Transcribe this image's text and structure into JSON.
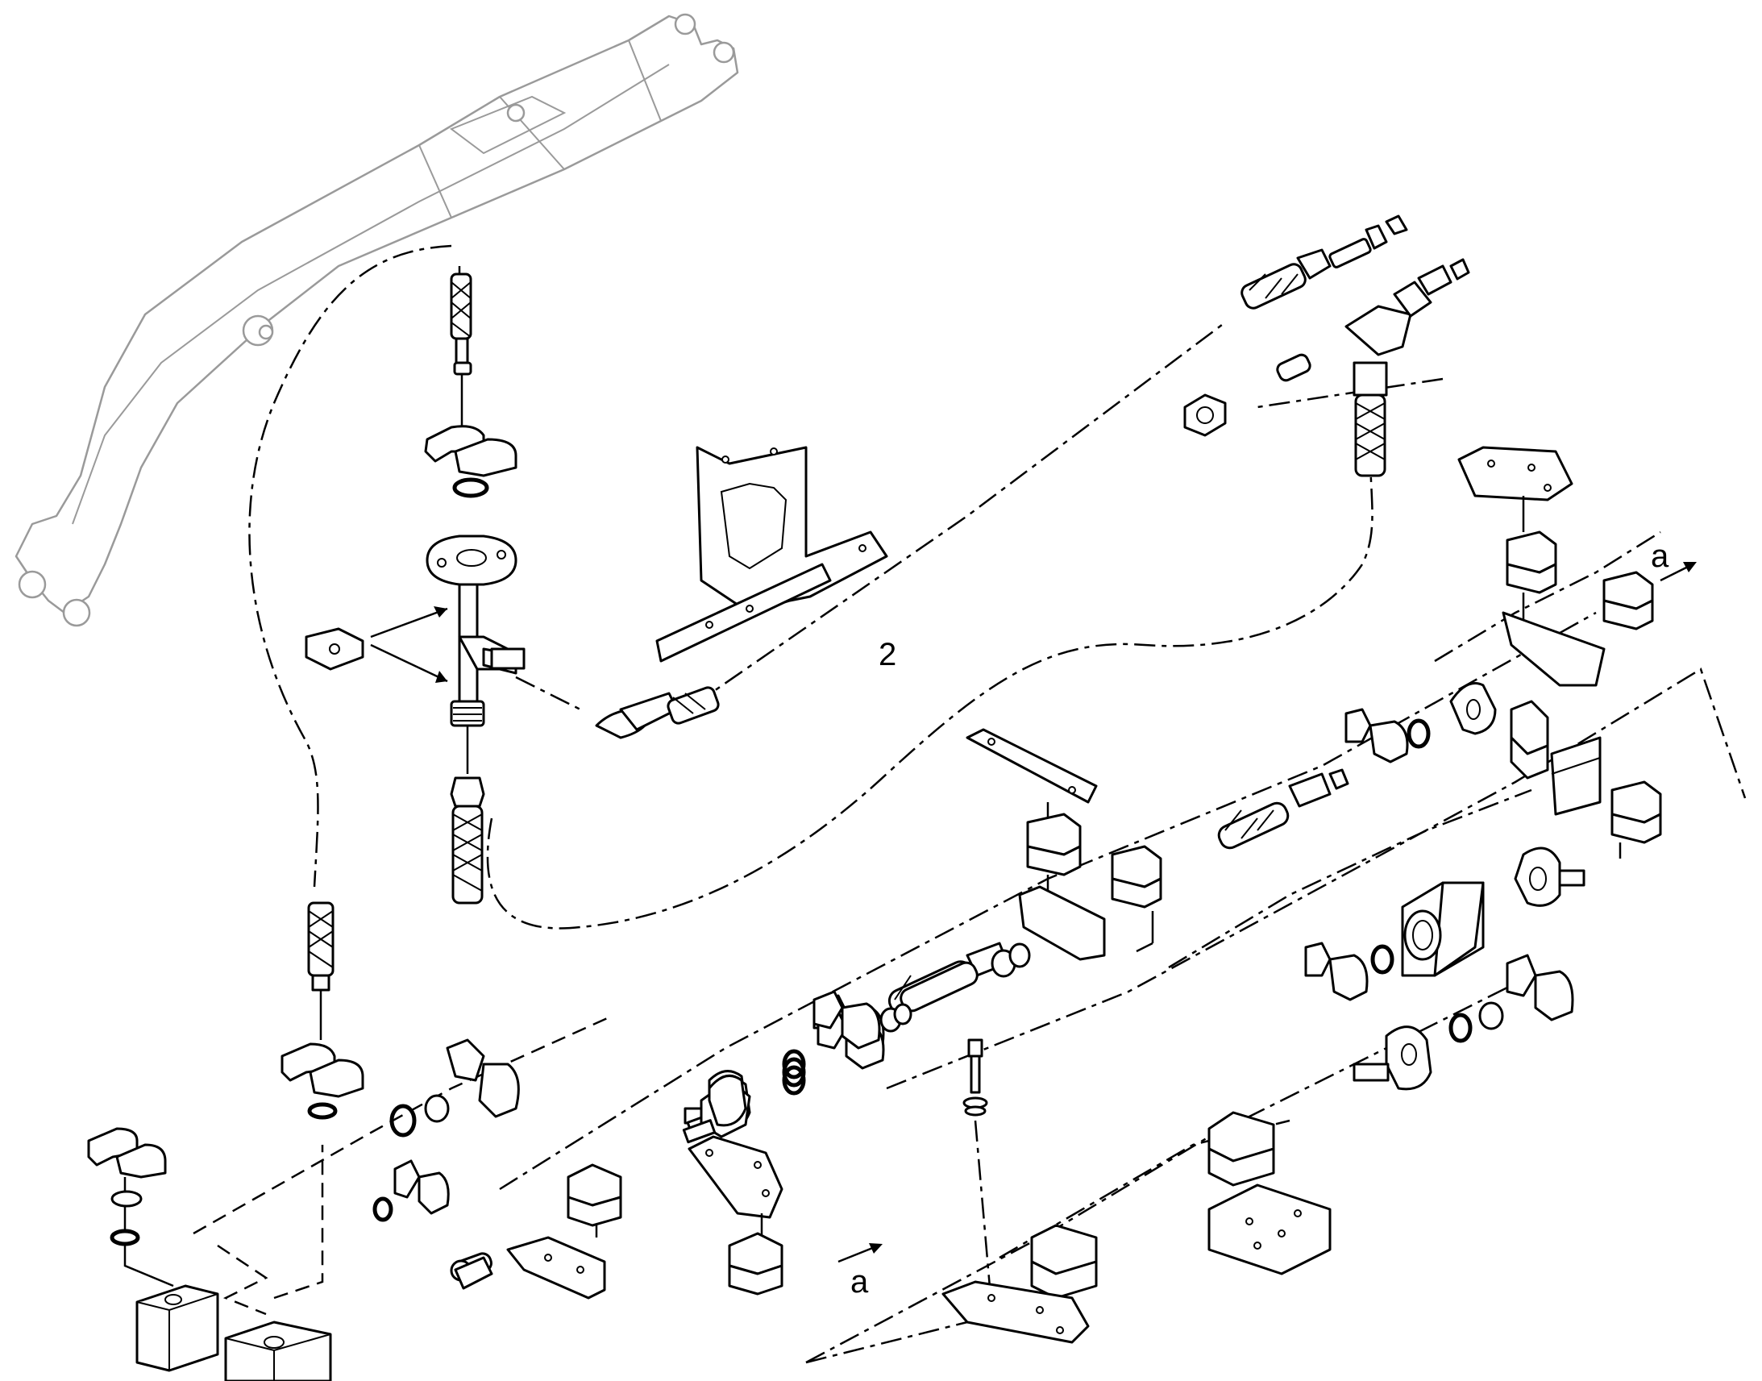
{
  "labels": {
    "callout_number": "2",
    "flow_ref_top": "a",
    "flow_ref_bottom": "a"
  },
  "colors": {
    "line": "#000000",
    "boom_outline": "#9a9a9a",
    "background": "#ffffff"
  },
  "icons": [
    "arrow-icon",
    "hose-icon",
    "clamp-icon",
    "o-ring-icon",
    "flange-icon",
    "bracket-icon",
    "valve-block-icon"
  ]
}
